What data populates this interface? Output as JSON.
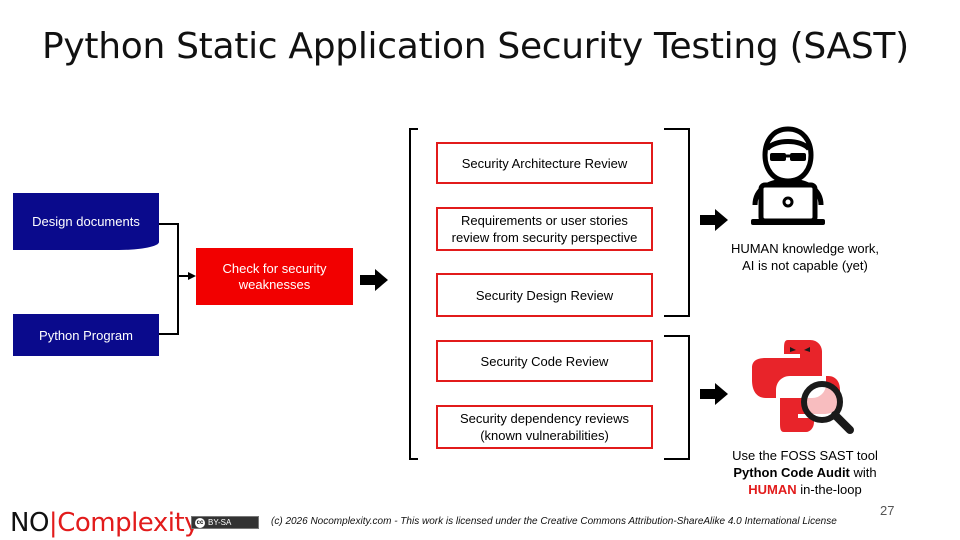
{
  "title": "Python Static Application Security Testing (SAST)",
  "inputs": {
    "design_documents": "Design documents",
    "python_program": "Python Program"
  },
  "check": {
    "line1": "Check for security",
    "line2": "weaknesses"
  },
  "reviews": {
    "architecture": "Security Architecture Review",
    "requirements_line1": "Requirements or user stories",
    "requirements_line2": "review from security perspective",
    "design": "Security Design Review",
    "code": "Security Code Review",
    "dependency_line1": "Security dependency reviews",
    "dependency_line2": "(known vulnerabilities)"
  },
  "human_caption": {
    "line1": "HUMAN knowledge work,",
    "line2": "AI is not capable (yet)"
  },
  "tool_caption": {
    "line1": "Use the FOSS SAST tool",
    "line2_bold": "Python Code Audit",
    "line2_rest": " with",
    "line3_emph": "HUMAN",
    "line3_rest": " in-the-loop"
  },
  "footer": {
    "logo_no": "NO",
    "logo_bar": "|",
    "logo_complexity": "Complexity",
    "cc_label": "BY-SA",
    "cc_symbol": "cc",
    "license": "(c) 2026 Nocomplexity.com - This work is licensed under the Creative Commons Attribution-ShareAlike 4.0 International License",
    "page_number": "27"
  },
  "colors": {
    "navy": "#0a0a8c",
    "red": "#f20000",
    "accent_red": "#e21b1b"
  },
  "icons": [
    "hacker-laptop-icon",
    "python-audit-icon",
    "arrow-right-icon"
  ]
}
